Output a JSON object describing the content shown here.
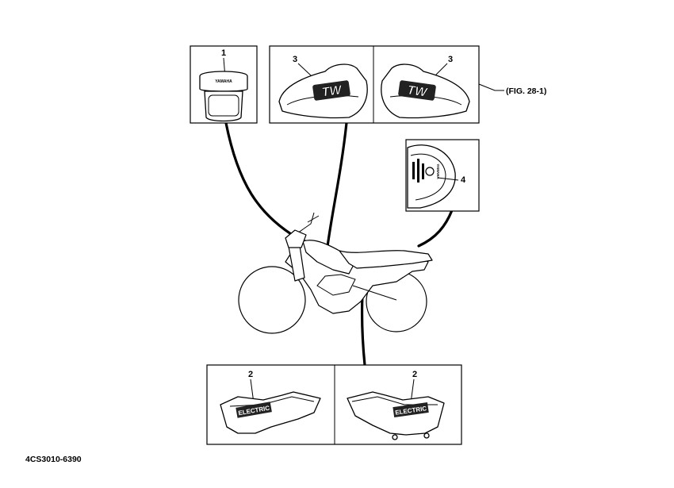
{
  "callouts": {
    "c1": "1",
    "c2a": "2",
    "c2b": "2",
    "c3a": "3",
    "c3b": "3",
    "c4": "4"
  },
  "fig_ref": "(FIG. 28-1)",
  "part_number": "4CS3010-6390",
  "decal_text": {
    "headlight_logo": "YAMAHA",
    "tank_logo": "TW",
    "electric_left": "ELECTRIC",
    "electric_right": "ELECTRIC"
  }
}
